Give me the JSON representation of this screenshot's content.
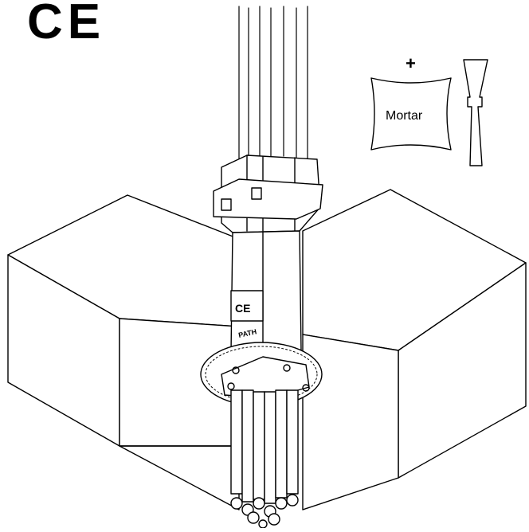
{
  "ce_mark": "CE",
  "mortar_callout": {
    "plus_symbol": "+",
    "label": "Mortar"
  },
  "sleeve_marks": {
    "ce_label": "CE",
    "brand_fragment": "PATH"
  },
  "colors": {
    "line": "#000000",
    "fill": "#ffffff"
  }
}
